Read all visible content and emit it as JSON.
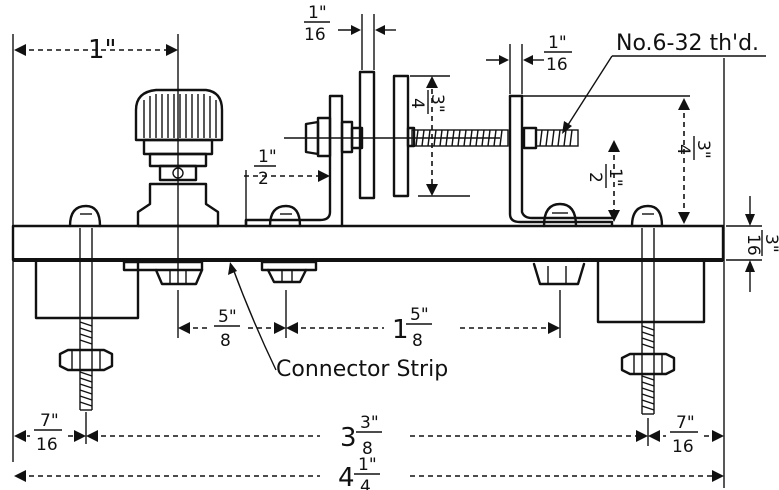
{
  "labels": {
    "thread_callout": "No.6-32 th'd.",
    "connector_strip": "Connector Strip"
  },
  "dimensions": {
    "top_one_inch": "1\"",
    "top_sixteenth_left_num": "1\"",
    "top_sixteenth_left_den": "16",
    "top_sixteenth_right_num": "1\"",
    "top_sixteenth_right_den": "16",
    "three_quarter_left_num": "3\"",
    "three_quarter_left_den": "4",
    "half_left_num": "1\"",
    "half_left_den": "2",
    "half_right_num": "1\"",
    "half_right_den": "2",
    "three_quarter_right_num": "3\"",
    "three_quarter_right_den": "4",
    "three_sixteenth_num": "3\"",
    "three_sixteenth_den": "16",
    "five_eighth_num": "5\"",
    "five_eighth_den": "8",
    "one_five_eighth_whole": "1",
    "one_five_eighth_num": "5\"",
    "one_five_eighth_den": "8",
    "seven_sixteenth_left_num": "7\"",
    "seven_sixteenth_left_den": "16",
    "seven_sixteenth_right_num": "7\"",
    "seven_sixteenth_right_den": "16",
    "three_three_eighth_whole": "3",
    "three_three_eighth_num": "3\"",
    "three_three_eighth_den": "8",
    "four_quarter_whole": "4",
    "four_quarter_num": "1\"",
    "four_quarter_den": "4"
  }
}
